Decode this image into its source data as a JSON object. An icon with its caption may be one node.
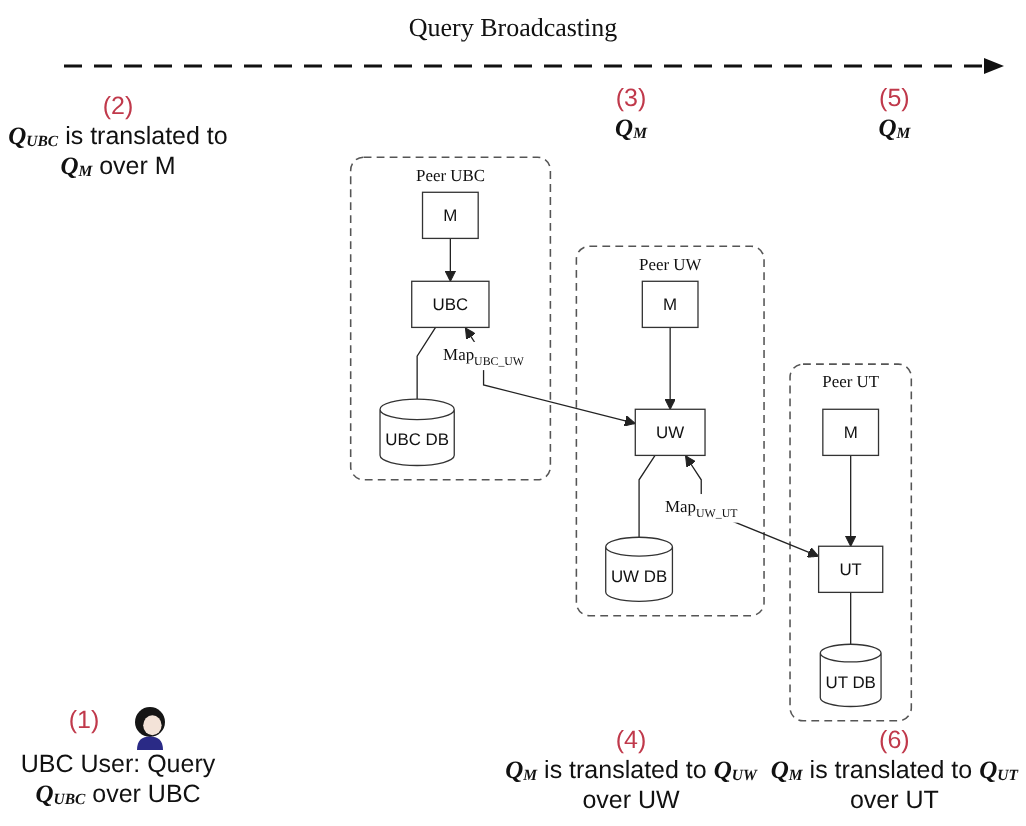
{
  "diagram": {
    "nodes": [
      {
        "text": [
          "Peer UBC"
        ]
      },
      {
        "text": [
          "M"
        ],
        "in": 0
      },
      {
        "text": [
          "UBC"
        ],
        "in": 0
      },
      {
        "text": [
          "UBC DB"
        ],
        "in": 0
      },
      {
        "text": [
          "Peer UW"
        ]
      },
      {
        "text": [
          "M"
        ],
        "in": 4
      },
      {
        "text": [
          "UW"
        ],
        "in": 4
      },
      {
        "text": [
          "UW DB"
        ],
        "in": 4
      },
      {
        "text": [
          "Peer UT"
        ]
      },
      {
        "text": [
          "M"
        ],
        "in": 8
      },
      {
        "text": [
          "UT"
        ],
        "in": 8
      },
      {
        "text": [
          "UT DB"
        ],
        "in": 8
      }
    ],
    "edges": [
      {
        "from": 1,
        "to": 2,
        "arrow": "to"
      },
      {
        "from": 2,
        "to": 3,
        "arrow": "none"
      },
      {
        "from": 2,
        "to": 6,
        "arrow": "both",
        "label": "Map$_{UBC_UW}$"
      },
      {
        "from": 5,
        "to": 6,
        "arrow": "to"
      },
      {
        "from": 6,
        "to": 7,
        "arrow": "none"
      },
      {
        "from": 6,
        "to": 10,
        "arrow": "both",
        "label": "Map$_{UW_UT}$"
      },
      {
        "from": 9,
        "to": 10,
        "arrow": "to"
      },
      {
        "from": 10,
        "to": 11,
        "arrow": "none"
      }
    ],
    "labels": [
      "Query Broadcasting",
      "(2)",
      "*Q*$_{UBC}$ is translated to *Q*$_{M}$ over M",
      "(3)",
      "*Q*$_{M}$",
      "(5)",
      "*Q*$_{M}$",
      "(1)",
      "UBC User: Query *Q*$_{UBC}$ over UBC",
      "(4)",
      "*Q*$_{M}$ is translated to *Q*$_{UW}$ over UW",
      "(6)",
      "*Q*$_{M}$ is translated to *Q*$_{UT}$ over UT"
    ]
  }
}
